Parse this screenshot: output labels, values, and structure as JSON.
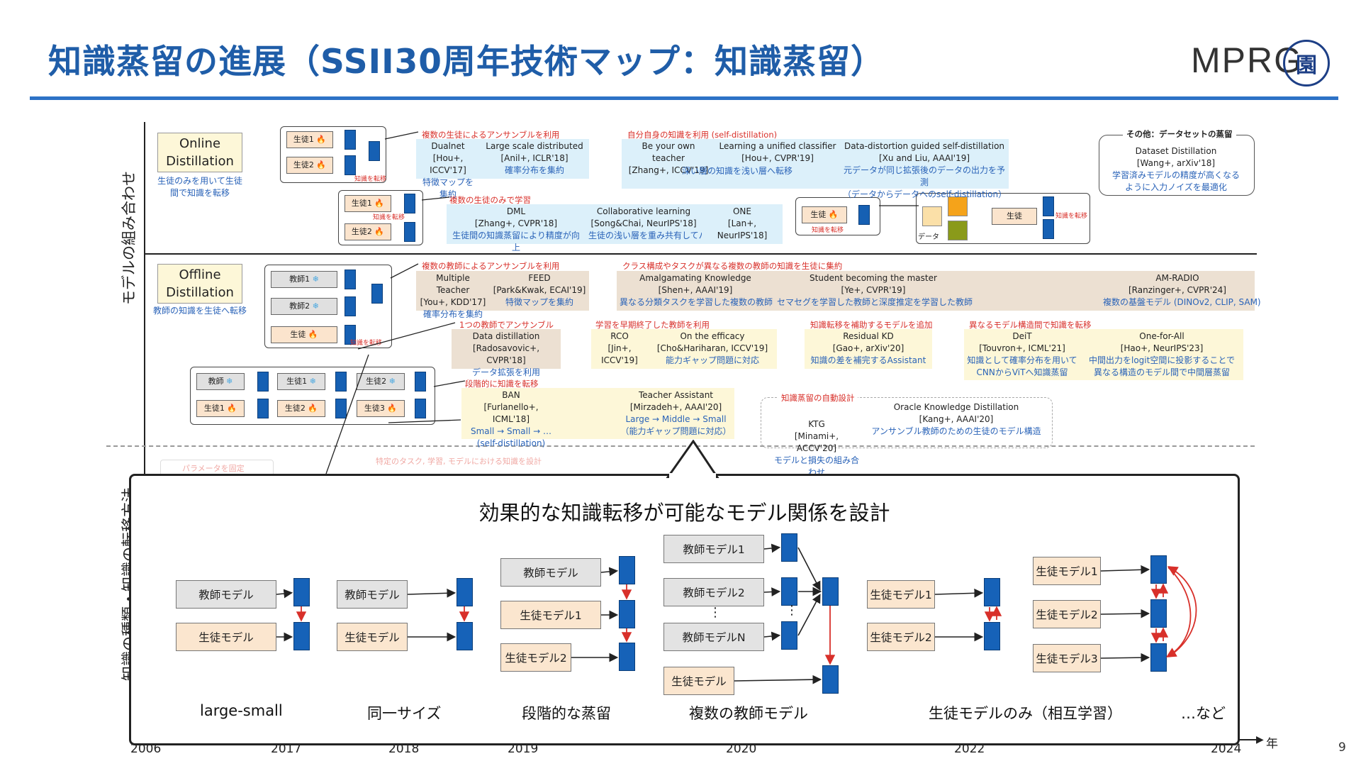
{
  "title": "知識蒸留の進展（SSII30周年技術マップ：知識蒸留）",
  "logo_text": "MPRG",
  "seal_text": "園",
  "page_number": "9",
  "axis": {
    "y_label_top": "モデルの組み合わせ",
    "y_label_bottom": "知識の種類・知識の転移方法",
    "x_unit": "年"
  },
  "categories": {
    "online": {
      "label": "Online Distillation",
      "note": "生徒のみを用いて生徒間で知識を転移"
    },
    "offline": {
      "label": "Offline Distillation",
      "note": "教師の知識を生徒へ転移"
    }
  },
  "mini": {
    "student1": "生徒1",
    "student2": "生徒2",
    "student3": "生徒3",
    "teacher": "教師",
    "teacher1": "教師1",
    "teacher2": "教師2",
    "student": "生徒",
    "transfer": "知識を転移",
    "data": "データ"
  },
  "groups": {
    "g1": {
      "title": "複数の生徒によるアンサンブルを利用",
      "refs": [
        {
          "name": "Dualnet",
          "cite": "[Hou+, ICCV'17]",
          "note": "特徴マップを集約"
        },
        {
          "name": "Large scale distributed",
          "cite": "[Anil+, ICLR'18]",
          "note": "確率分布を集約"
        }
      ]
    },
    "g2": {
      "title": "複数の生徒のみで学習",
      "refs": [
        {
          "name": "DML",
          "cite": "[Zhang+, CVPR'18]",
          "note": "生徒間の知識蒸留により精度が向上"
        },
        {
          "name": "Collaborative learning",
          "cite": "[Song&Chai, NeurIPS'18]",
          "note": "生徒の浅い層を重み共有してパラメータ数を削減"
        },
        {
          "name": "ONE",
          "cite": "[Lan+, NeurIPS'18]",
          "note": ""
        }
      ]
    },
    "g3": {
      "title": "自分自身の知識を利用 (self-distillation)",
      "refs": [
        {
          "name": "Be your own teacher",
          "cite": "[Zhang+, ICCV'19]",
          "note": "深い層の知識を浅い層へ転移"
        },
        {
          "name": "Learning a unified classifier",
          "cite": "[Hou+, CVPR'19]",
          "note": ""
        },
        {
          "name": "Data-distortion guided self-distillation",
          "cite": "[Xu and Liu, AAAI'19]",
          "note": "元データが同じ拡張後のデータの出力を予測",
          "note2": "（データからデータへのself-distillation）"
        }
      ]
    },
    "g4": {
      "title": "複数の教師によるアンサンブルを利用",
      "refs": [
        {
          "name": "Multiple Teacher",
          "cite": "[You+, KDD'17]",
          "note": "確率分布を集約"
        },
        {
          "name": "FEED",
          "cite": "[Park&Kwak, ECAI'19]",
          "note": "特徴マップを集約"
        }
      ]
    },
    "g5": {
      "title": "クラス構成やタスクが異なる複数の教師の知識を生徒に集約",
      "refs": [
        {
          "name": "Amalgamating Knowledge",
          "cite": "[Shen+, AAAI'19]",
          "note": "異なる分類タスクを学習した複数の教師"
        },
        {
          "name": "Student becoming the master",
          "cite": "[Ye+, CVPR'19]",
          "note": "セマセグを学習した教師と深度推定を学習した教師"
        },
        {
          "name": "AM-RADIO",
          "cite": "[Ranzinger+, CVPR'24]",
          "note": "複数の基盤モデル (DINOv2, CLIP, SAM)"
        }
      ]
    },
    "g6": {
      "title": "1つの教師でアンサンブル",
      "refs": [
        {
          "name": "Data distillation",
          "cite": "[Radosavovic+, CVPR'18]",
          "note": "データ拡張を利用"
        }
      ]
    },
    "g7": {
      "title": "学習を早期終了した教師を利用",
      "refs": [
        {
          "name": "RCO",
          "cite": "[Jin+, ICCV'19]",
          "note": ""
        },
        {
          "name": "On the efficacy",
          "cite": "[Cho&Hariharan, ICCV'19]",
          "note": "能力ギャップ問題に対応"
        }
      ]
    },
    "g8": {
      "title": "知識転移を補助するモデルを追加",
      "refs": [
        {
          "name": "Residual KD",
          "cite": "[Gao+, arXiv'20]",
          "note": "知識の差を補完するAssistant"
        }
      ]
    },
    "g9": {
      "title": "異なるモデル構造間で知識を転移",
      "refs": [
        {
          "name": "DeiT",
          "cite": "[Touvron+, ICML'21]",
          "note": "知識として確率分布を用いて",
          "note2": "CNNからViTへ知識蒸留"
        },
        {
          "name": "One-for-All",
          "cite": "[Hao+, NeurIPS'23]",
          "note": "中間出力をlogit空間に投影することで",
          "note2": "異なる構造のモデル間で中間層蒸留"
        }
      ]
    },
    "g10": {
      "title": "段階的に知識を転移",
      "refs": [
        {
          "name": "BAN",
          "cite": "[Furlanello+, ICML'18]",
          "note": "Small → Small → …",
          "note2": "(self-distillation)"
        },
        {
          "name": "Teacher Assistant",
          "cite": "[Mirzadeh+, AAAI'20]",
          "note": "Large → Middle → Small",
          "note2": "（能力ギャップ問題に対応）"
        }
      ]
    },
    "g11": {
      "title": "知識蒸留の自動設計",
      "refs": [
        {
          "name": "KTG",
          "cite": "[Minami+, ACCV'20]",
          "note": "モデルと損失の組み合わせ"
        },
        {
          "name": "Oracle Knowledge Distillation",
          "cite": "[Kang+, AAAI'20]",
          "note": "アンサンブル教師のための生徒のモデル構造"
        }
      ]
    },
    "other": {
      "title": "その他：データセットの蒸留",
      "refs": [
        {
          "name": "Dataset Distillation",
          "cite": "[Wang+, arXiv'18]",
          "note": "学習済みモデルの精度が高くなる",
          "note2": "ように入力ノイズを最適化"
        }
      ]
    }
  },
  "faded": {
    "param_fixed": "パラメータを固定",
    "specific": "特定のタスク, 学習, モデルにおける知識を設計"
  },
  "popup": {
    "title": "効果的な知識転移が可能なモデル関係を設計",
    "boxes": {
      "teacher": "教師モデル",
      "student": "生徒モデル",
      "student1": "生徒モデル1",
      "student2": "生徒モデル2",
      "student3": "生徒モデル3",
      "teacher1": "教師モデル1",
      "teacher2": "教師モデル2",
      "teacherN": "教師モデルN",
      "vdots": "⋮"
    },
    "labels": [
      "large-small",
      "同一サイズ",
      "段階的な蒸留",
      "複数の教師モデル",
      "生徒モデルのみ（相互学習）",
      "…など"
    ]
  },
  "year_ticks": [
    "2006",
    "2017",
    "2018",
    "2019",
    "2020",
    "2022",
    "2024"
  ]
}
